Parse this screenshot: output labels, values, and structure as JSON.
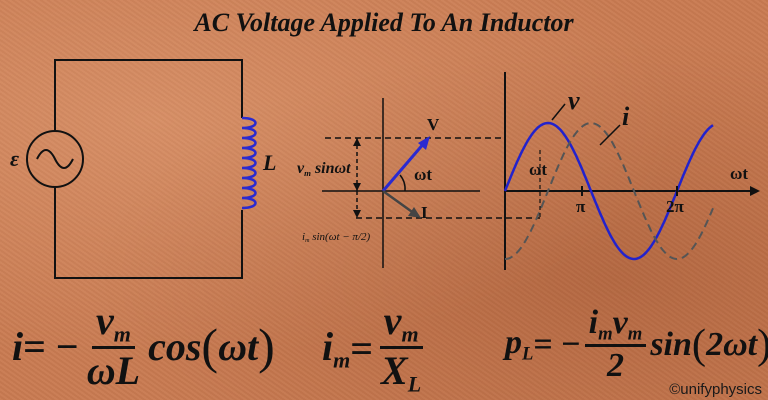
{
  "title": "AC Voltage Applied To An Inductor",
  "circuit": {
    "source_label": "ε",
    "inductor_label": "L"
  },
  "phasor": {
    "voltage_label": "V",
    "current_label": "I",
    "angle_label": "ωt",
    "voltage_projection_label": "v",
    "voltage_projection_sub": "m",
    "voltage_projection_rest": " sinωt",
    "current_projection_label": "i",
    "current_projection_sub": "m",
    "current_projection_rest": " sin(ωt − π/2)"
  },
  "graph": {
    "v_label": "v",
    "i_label": "i",
    "axis_label": "ωt",
    "wt_marker": "ωt",
    "pi_label": "π",
    "two_pi_label": "2π",
    "colors": {
      "v": "#2222cc",
      "i": "#555555"
    }
  },
  "formulas": {
    "current": {
      "lhs": "i",
      "eq": " = −",
      "num_v": "v",
      "num_sub": "m",
      "den": "ωL",
      "func": "cos",
      "arg": "ωt"
    },
    "amplitude": {
      "lhs": "i",
      "lhs_sub": "m",
      "eq": " = ",
      "num_v": "v",
      "num_sub": "m",
      "den_x": "X",
      "den_sub": "L"
    },
    "power": {
      "lhs": "p",
      "lhs_sub": "L",
      "eq": " = −",
      "num_i": "i",
      "num_i_sub": "m",
      "num_v": "v",
      "num_v_sub": "m",
      "den": "2",
      "func": "sin",
      "arg": "2ωt"
    }
  },
  "credit": "©unifyphysics"
}
